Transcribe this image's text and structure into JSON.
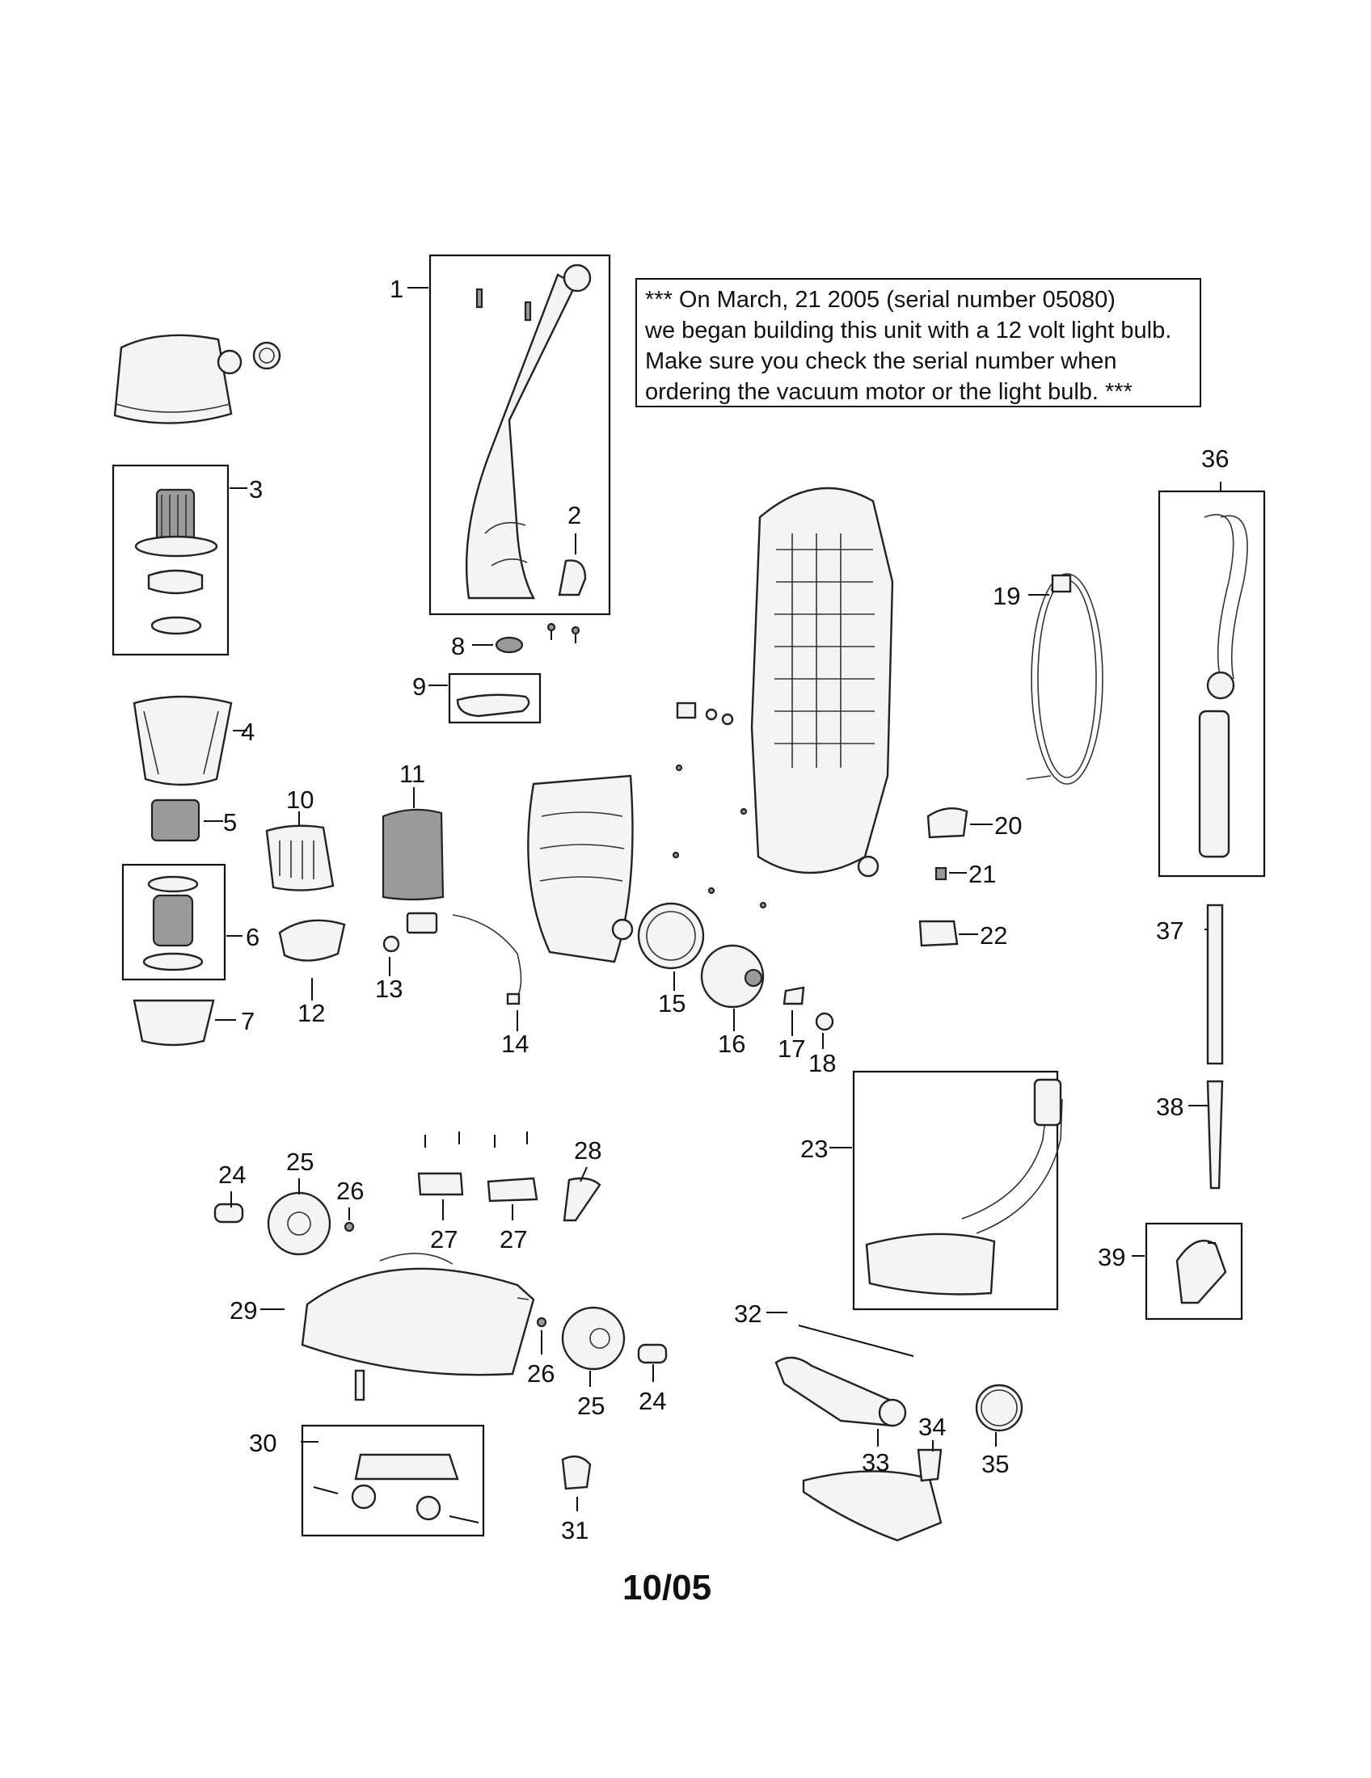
{
  "notice": {
    "lines": [
      "*** On March, 21 2005 (serial number 05080)",
      "we began building this unit with a 12 volt light bulb.",
      "Make sure you check the serial number when",
      "ordering the vacuum motor or the light bulb. ***"
    ]
  },
  "revision": "10/05",
  "part_labels": {
    "p1": "1",
    "p2": "2",
    "p3": "3",
    "p4": "4",
    "p5": "5",
    "p6": "6",
    "p7": "7",
    "p8": "8",
    "p9": "9",
    "p10": "10",
    "p11": "11",
    "p12": "12",
    "p13": "13",
    "p14": "14",
    "p15": "15",
    "p16": "16",
    "p17": "17",
    "p18": "18",
    "p19": "19",
    "p20": "20",
    "p21": "21",
    "p22": "22",
    "p23": "23",
    "p24": "24",
    "p25": "25",
    "p26": "26",
    "p27": "27",
    "p28": "28",
    "p29": "29",
    "p30": "30",
    "p31": "31",
    "p32": "32",
    "p33": "33",
    "p34": "34",
    "p35": "35",
    "p36": "36",
    "p37": "37",
    "p38": "38",
    "p39": "39"
  }
}
